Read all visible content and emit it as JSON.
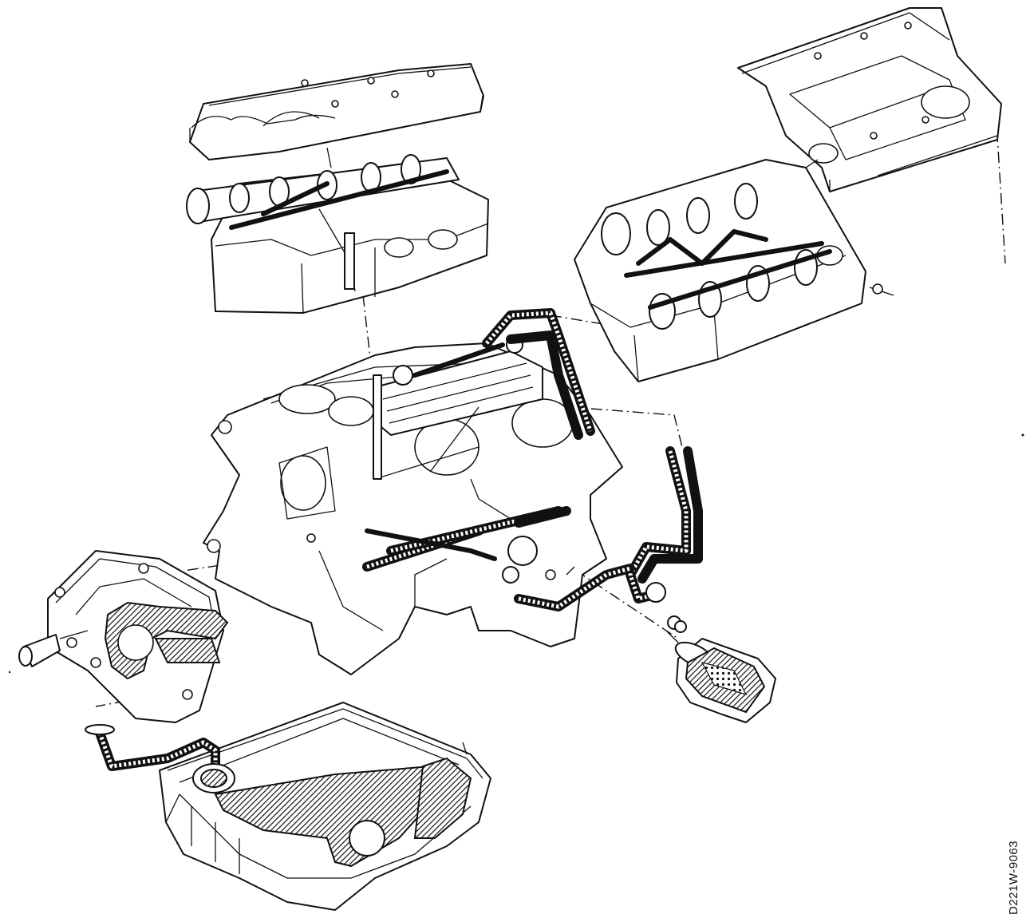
{
  "figure": {
    "code": "D221W-9063"
  },
  "components": [
    {
      "name": "left-camshaft-cover",
      "icon": "cam-cover-icon"
    },
    {
      "name": "left-cylinder-head",
      "icon": "cylinder-head-icon"
    },
    {
      "name": "right-camshaft-cover",
      "icon": "cam-cover-icon"
    },
    {
      "name": "right-cylinder-head",
      "icon": "cylinder-head-icon"
    },
    {
      "name": "engine-block",
      "icon": "engine-block-icon"
    },
    {
      "name": "front-cover-oil-pump",
      "icon": "oil-pump-icon"
    },
    {
      "name": "oil-pan",
      "icon": "oil-pan-icon"
    },
    {
      "name": "oil-pickup-tube",
      "icon": "pickup-tube-icon"
    },
    {
      "name": "oil-filter",
      "icon": "oil-filter-icon"
    },
    {
      "name": "oil-passages",
      "icon": "oil-passage-icon"
    }
  ]
}
